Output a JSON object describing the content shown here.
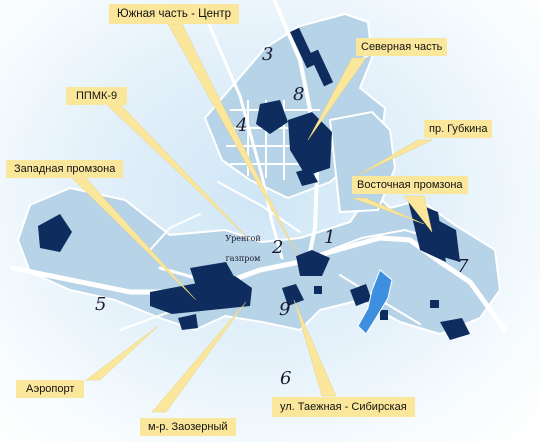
{
  "labels": {
    "south_center": "Южная часть - Центр",
    "north": "Северная часть",
    "ppmk": "ППМК-9",
    "gubkina": "пр. Губкина",
    "west_zone": "Западная промзона",
    "east_zone": "Восточная промзона",
    "airport": "Аэропорт",
    "zaozerny": "м-р. Заозерный",
    "taezhnaya": "ул. Таежная - Сибирская",
    "gas_line1": "Уренгой",
    "gas_line2": "газпром"
  },
  "district_numbers": {
    "n1": "1",
    "n2": "2",
    "n3": "3",
    "n4": "4",
    "n5": "5",
    "n6": "6",
    "n7": "7",
    "n8": "8",
    "n9": "9"
  },
  "colors": {
    "callout": "#fbe79c",
    "road": "#ffffff",
    "area": "#a9c9df",
    "building": "#0e2d5e",
    "water": "#3f8fe0"
  }
}
